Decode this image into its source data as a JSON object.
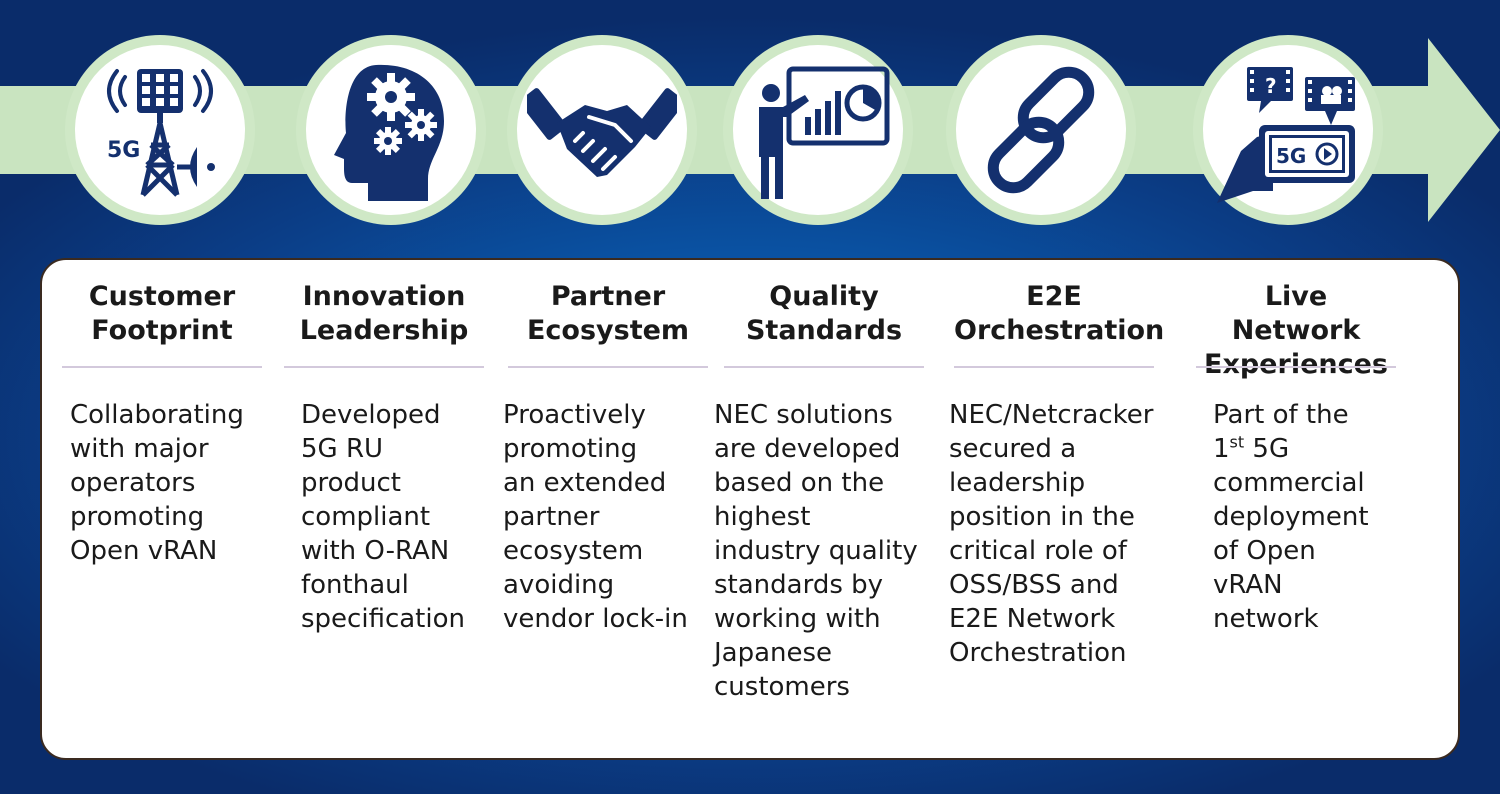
{
  "colors": {
    "navy": "#14306e",
    "arrow_green": "#c9e4c0",
    "background_blue": "#0a56a8"
  },
  "items": [
    {
      "icon": "cell-tower-5g-icon",
      "icon_text": "5G",
      "title": "Customer\nFootprint",
      "body": "Collaborating\nwith major\noperators\npromoting\nOpen vRAN"
    },
    {
      "icon": "head-gears-icon",
      "title": "Innovation\nLeadership",
      "body": "Developed\n5G RU\nproduct\ncompliant\nwith O-RAN\nfonthaul\nspecification"
    },
    {
      "icon": "handshake-icon",
      "title": "Partner\nEcosystem",
      "body": "Proactively\npromoting\nan extended\npartner\necosystem\navoiding\nvendor lock-in"
    },
    {
      "icon": "presenter-chart-icon",
      "title": "Quality\nStandards",
      "body": "NEC solutions\nare developed\nbased on the\nhighest\nindustry quality\nstandards by\nworking with\nJapanese\ncustomers"
    },
    {
      "icon": "chain-link-icon",
      "title": "E2E\nOrchestration",
      "body": "NEC/Netcracker\nsecured a\nleadership\nposition in the\ncritical role of\nOSS/BSS and\nE2E Network\nOrchestration"
    },
    {
      "icon": "phone-5g-video-icon",
      "icon_text": "5G",
      "title": "Live Network\nExperiences",
      "body_pre": "Part of the\n1",
      "body_sup": "st",
      "body_post": " 5G\ncommercial\ndeployment\nof Open\nvRAN\nnetwork"
    }
  ]
}
